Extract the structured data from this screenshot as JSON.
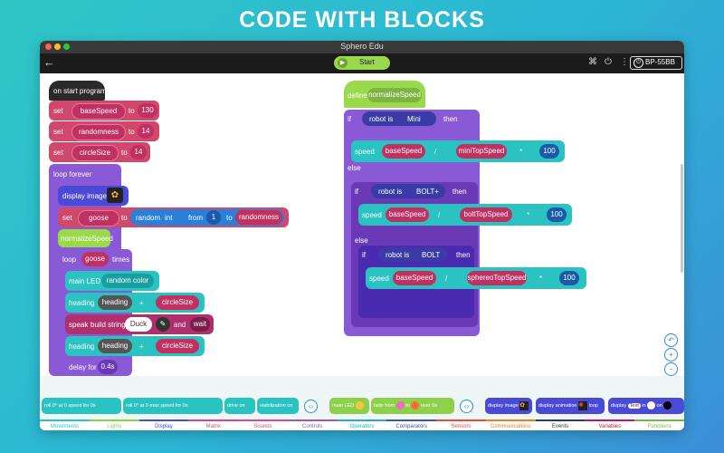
{
  "hero_title": "CODE WITH BLOCKS",
  "window": {
    "title": "Sphero Edu",
    "start_label": "Start",
    "robot_name": "BP-55BB",
    "back_icon": "arrow-left-icon",
    "play_icon": "play-icon"
  },
  "toolbar_icons": [
    "bluetooth-icon",
    "power-icon",
    "more-icon"
  ],
  "left_program": {
    "on_start": "on start program",
    "set_word": "set",
    "to_word": "to",
    "var1": "baseSpeed",
    "val1": "130",
    "var2": "randomness",
    "val2": "14",
    "var3": "circleSize",
    "val3": "14",
    "loop_forever": "loop forever",
    "display_image": "display image",
    "set_var": "goose",
    "random": "random",
    "int": "int",
    "from": "from",
    "from_val": "1",
    "to_var": "randomness",
    "normalize": "normalizeSpeed",
    "loop": "loop",
    "loop_var": "goose",
    "times": "times",
    "main_led": "main LED",
    "random_color": "random color",
    "heading": "heading",
    "plus": "+",
    "circle_var": "circleSize",
    "speak": "speak",
    "build_string": "build string",
    "duck": "Duck",
    "and": "and",
    "wait": "wait",
    "heading2": "heading",
    "heading_var2": "heading",
    "plus2": "+",
    "circle_var2": "circleSize",
    "delay": "delay for",
    "delay_val": "0.4s"
  },
  "right_program": {
    "define": "define",
    "name": "normalizeSpeed",
    "if": "if",
    "robot_is": "robot is",
    "then": "then",
    "else": "else",
    "robot1": "Mini",
    "robot2": "BOLT+",
    "robot3": "BOLT",
    "speed": "speed",
    "base": "baseSpeed",
    "div": "/",
    "mul": "*",
    "hundred": "100",
    "top1": "miniTopSpeed",
    "top2": "boltTopSpeed",
    "top3": "sphereoTopSpeed"
  },
  "zoom_controls": [
    "undo-icon",
    "zoom-in-icon",
    "zoom-out-icon"
  ],
  "palette": {
    "roll1": "roll",
    "deg1": "0°",
    "at1": "at",
    "sp1": "0",
    "speed_for": "speed for",
    "s1": "0s",
    "roll2": "roll",
    "deg2": "0°",
    "at2": "at",
    "sp2": "0",
    "max_speed": "max speed for",
    "s2": "0s",
    "drive": "drive",
    "on1": "on",
    "stabilization": "stabilization",
    "on2": "on",
    "main_led": "main LED",
    "fade_from": "fade from",
    "fade_to": "to",
    "fade_over": "over",
    "s3": "0s",
    "display_image": "display image",
    "display_animation": "display animation",
    "loop": "loop",
    "display": "display",
    "text": "Text",
    "in": "in",
    "on3": "on"
  },
  "tabs": [
    {
      "label": "Movements",
      "color": "#2bc2c2"
    },
    {
      "label": "Lights",
      "color": "#8fd04b"
    },
    {
      "label": "Display",
      "color": "#4a4ad6"
    },
    {
      "label": "Matrix",
      "color": "#d64a7a"
    },
    {
      "label": "Sounds",
      "color": "#e04a8c"
    },
    {
      "label": "Controls",
      "color": "#9b59b6"
    },
    {
      "label": "Operators",
      "color": "#27a6e0"
    },
    {
      "label": "Comparators",
      "color": "#3f51b5"
    },
    {
      "label": "Sensors",
      "color": "#e74c3c"
    },
    {
      "label": "Communications",
      "color": "#e67e22"
    },
    {
      "label": "Events",
      "color": "#2c3e50"
    },
    {
      "label": "Variables",
      "color": "#c2185b"
    },
    {
      "label": "Functions",
      "color": "#7cb342"
    }
  ],
  "colors": {
    "teal": "#2bc2c2",
    "pink": "#d0486c",
    "dark": "#2a2a2a",
    "blue": "#2a7fd8",
    "purple": "#8a4ad6",
    "green": "#9ad94b",
    "navy": "#3b3ba8"
  }
}
